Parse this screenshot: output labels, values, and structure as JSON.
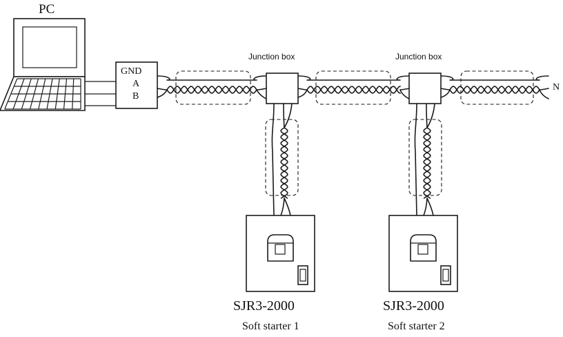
{
  "pc": {
    "label": "PC"
  },
  "terminal": {
    "gnd": "GND",
    "a": "A",
    "b": "B"
  },
  "junction_boxes": [
    {
      "label": "Junction box"
    },
    {
      "label": "Junction box"
    }
  ],
  "line_end": {
    "label": "N"
  },
  "starters": [
    {
      "model": "SJR3-2000",
      "name": "Soft starter 1"
    },
    {
      "model": "SJR3-2000",
      "name": "Soft starter 2"
    }
  ]
}
